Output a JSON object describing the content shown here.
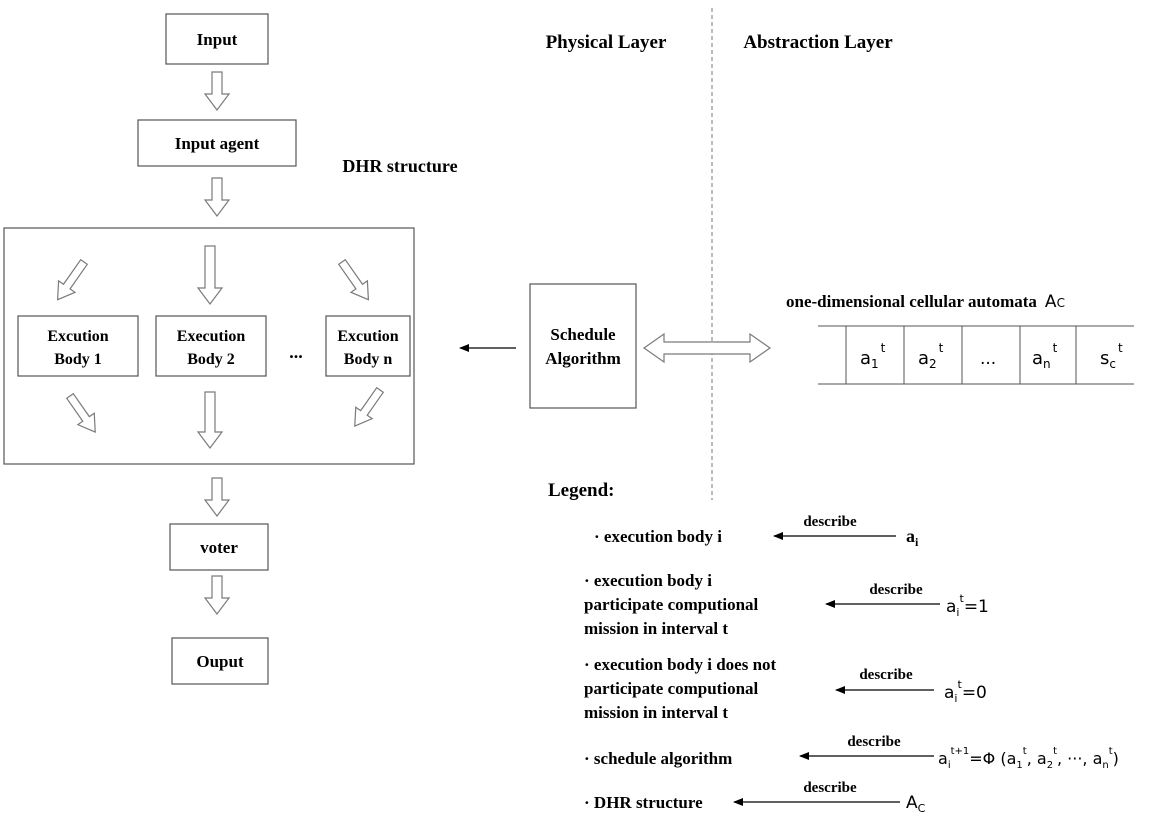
{
  "flow": {
    "input": "Input",
    "input_agent": "Input agent",
    "dhr_label": "DHR structure",
    "body1": [
      "Excution",
      "Body 1"
    ],
    "body2": [
      "Execution",
      "Body 2"
    ],
    "ellipsis": "...",
    "bodyn": [
      "Excution",
      "Body n"
    ],
    "voter": "voter",
    "output": "Ouput"
  },
  "layers": {
    "physical": "Physical Layer",
    "abstraction": "Abstraction Layer"
  },
  "schedule": [
    "Schedule",
    "Algorithm"
  ],
  "automata": {
    "title": "one-dimensional cellular automata",
    "title_symbol": "A",
    "title_sub": "C",
    "cells": [
      {
        "base": "a",
        "sub": "1",
        "sup": "t"
      },
      {
        "base": "a",
        "sub": "2",
        "sup": "t"
      },
      {
        "base": "...",
        "sub": "",
        "sup": ""
      },
      {
        "base": "a",
        "sub": "n",
        "sup": "t"
      }
    ],
    "state": {
      "base": "s",
      "sub": "c",
      "sup": "t"
    }
  },
  "legend": {
    "title": "Legend:",
    "items": [
      {
        "lines": [
          "· execution body   i"
        ],
        "arrow_label": "describe",
        "formula": "a",
        "formula_sub": "i"
      },
      {
        "lines": [
          "· execution body i",
          "participate computional",
          "mission in interval t"
        ],
        "arrow_label": "describe",
        "formula": "a",
        "formula_sub": "i",
        "formula_sup": "t",
        "formula_rest": "=1"
      },
      {
        "lines": [
          "· execution body i does not",
          "participate computional",
          "mission in interval t"
        ],
        "arrow_label": "describe",
        "formula": "a",
        "formula_sub": "i",
        "formula_sup": "t",
        "formula_rest": "=0"
      },
      {
        "lines": [
          "· schedule algorithm"
        ],
        "arrow_label": "describe",
        "formula": "a",
        "formula_sub": "i",
        "formula_sup": "t+1",
        "formula_rest": "=Φ (a",
        "f2_sub": "1",
        "f2_sup": "t",
        "f2_rest": ", a",
        "f3_sub": "2",
        "f3_sup": "t",
        "f3_rest": ", ···, a",
        "f4_sub": "n",
        "f4_sup": "t",
        "f4_rest": ")"
      },
      {
        "lines": [
          "· DHR structure"
        ],
        "arrow_label": "describe",
        "formula": "A",
        "formula_sub": "C"
      }
    ]
  }
}
